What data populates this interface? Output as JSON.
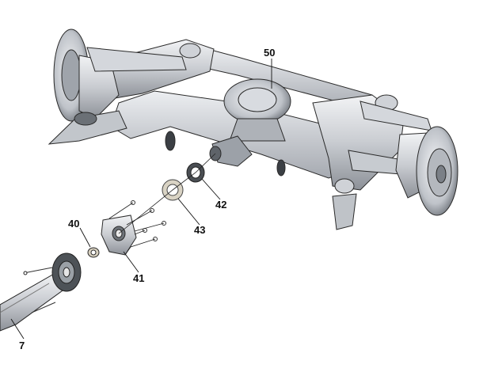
{
  "figure": {
    "background": "#ffffff",
    "line_color": "#1a1a1a",
    "metal_light": "#e4e6e9",
    "metal_mid": "#b9bdc3",
    "metal_dark": "#7e838a"
  },
  "callouts": [
    {
      "id": "50",
      "label": "50"
    },
    {
      "id": "42",
      "label": "42"
    },
    {
      "id": "43",
      "label": "43"
    },
    {
      "id": "40",
      "label": "40"
    },
    {
      "id": "41",
      "label": "41"
    },
    {
      "id": "7",
      "label": "7"
    }
  ]
}
